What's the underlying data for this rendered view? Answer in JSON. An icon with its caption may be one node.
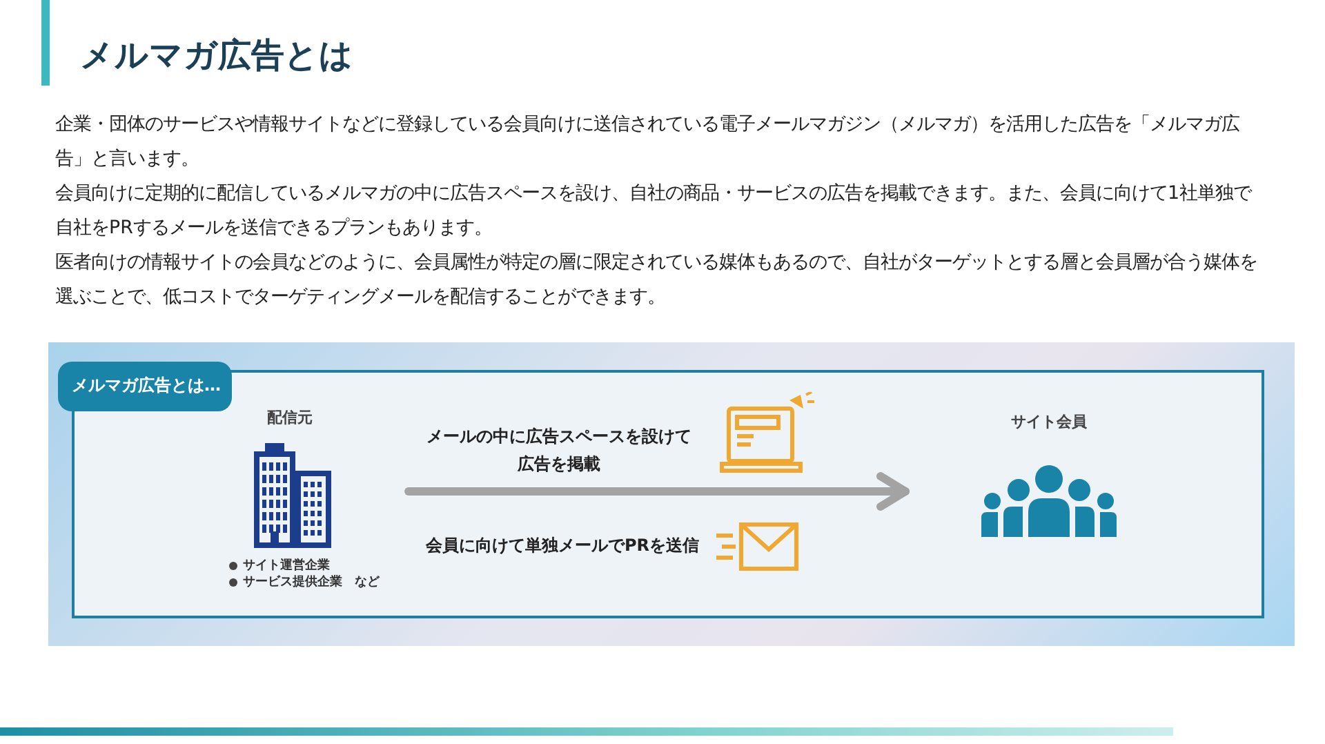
{
  "diagram": {
    "title": "メルマガ広告とは",
    "nodes": [
      {
        "text": [
          "メルマガ広告とは…"
        ]
      },
      {
        "text": [
          "配信元",
          "サイト運営企業",
          "サービス提供企業　など"
        ],
        "in": 0
      },
      {
        "text": [
          "サイト会員"
        ],
        "in": 0
      }
    ],
    "edges": [
      {
        "from": 1,
        "to": 2,
        "arrow": "to"
      }
    ],
    "labels": [
      "企業・団体のサービスや情報サイトなどに登録している会員向けに送信されている電子メールマガジン（メルマガ）を活用した広告を「メルマガ広告」と言います。",
      "会員向けに定期的に配信しているメルマガの中に広告スペースを設け、自社の商品・サービスの広告を掲載できます。また、会員に向けて1社単独で自社をPRするメールを送信できるプランもあります。",
      "医者向けの情報サイトの会員などのように、会員属性が特定の層に限定されている媒体もあるので、自社がターゲットとする層と会員層が合う媒体を選ぶことで、低コストでターゲティングメールを配信することができます。",
      "メールの中に広告スペースを設けて広告を掲載",
      "会員に向けて単独メールでPRを送信"
    ]
  }
}
